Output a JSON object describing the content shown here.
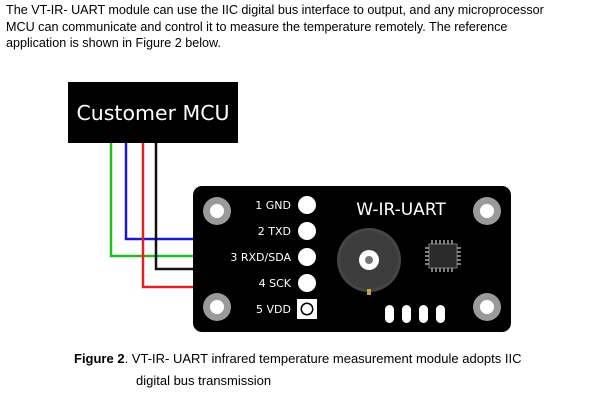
{
  "intro": {
    "line1": "The VT-IR- UART module can use the IIC digital bus interface to output, and any microprocessor",
    "line2": "MCU can communicate and control it to measure the temperature remotely. The reference",
    "line3": "application is shown in Figure 2 below."
  },
  "mcu": {
    "label": "Customer MCU"
  },
  "module": {
    "title": "W-IR-UART",
    "pins": [
      {
        "number": "1",
        "name": "GND"
      },
      {
        "number": "2",
        "name": "TXD"
      },
      {
        "number": "3",
        "name": "RXD/SDA"
      },
      {
        "number": "4",
        "name": "SCK"
      },
      {
        "number": "5",
        "name": "VDD"
      }
    ]
  },
  "wires": [
    {
      "color": "#1a1acc",
      "to_pin": "TXD"
    },
    {
      "color": "#22bb22",
      "to_pin": "RXD/SDA"
    },
    {
      "color": "#dd2222",
      "to_pin": "VDD"
    },
    {
      "color": "#111111",
      "to_pin": "SCK"
    }
  ],
  "caption": {
    "label": "Figure 2",
    "text_line1": ". VT-IR- UART infrared temperature measurement module adopts IIC",
    "text_line2": "digital bus transmission"
  }
}
